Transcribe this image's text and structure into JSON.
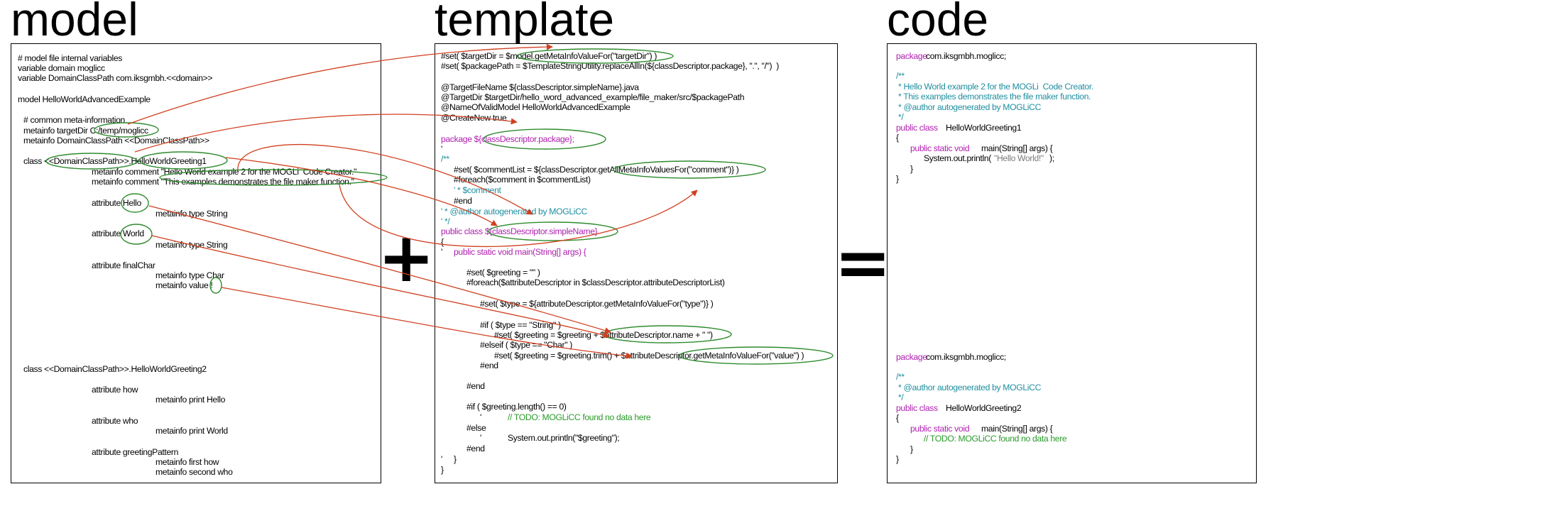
{
  "headings": {
    "model": "model",
    "template": "template",
    "code": "code"
  },
  "operators": {
    "plus": "+",
    "equals": "="
  },
  "model_lines": [
    "# model file internal variables",
    "variable domain moglicc",
    "variable DomainClassPath com.iksgmbh.<<domain>>",
    "model HelloWorldAdvancedExample",
    "# common meta-information",
    "metainfo targetDir C:/temp/moglicc",
    "metainfo DomainClassPath <<DomainClassPath>>",
    "class <<DomainClassPath>>.HelloWorldGreeting1",
    "metainfo comment \"Hello World example 2 for the MOGLi  Code Creator.\"",
    "metainfo comment \"This examples demonstrates the file maker function.\"",
    "attribute Hello",
    "metainfo type String",
    "attribute World",
    "metainfo type String",
    "attribute finalChar",
    "metainfo type Char",
    "metainfo value !",
    "class <<DomainClassPath>>.HelloWorldGreeting2",
    "attribute how",
    "metainfo print Hello",
    "attribute who",
    "metainfo print World",
    "attribute greetingPattern",
    "metainfo first how",
    "metainfo second who"
  ],
  "template_lines": [
    "#set( $targetDir = $model.getMetaInfoValueFor(\"targetDir\") )",
    "#set( $packagePath = $TemplateStringUtility.replaceAllIn(${classDescriptor.package}, \".\", \"/\")  )",
    "@TargetFileName ${classDescriptor.simpleName}.java",
    "@TargetDir $targetDir/hello_word_advanced_example/file_maker/src/$packagePath",
    "@NameOfValidModel HelloWorldAdvancedExample",
    "@CreateNew true",
    "package ${classDescriptor.package};",
    "'",
    "/**",
    "#set( $commentList = ${classDescriptor.getAllMetaInfoValuesFor(\"comment\")} )",
    "#foreach($comment in $commentList)",
    "' * $comment",
    "#end",
    "' * @author autogenerated by MOGLiCC",
    "' */",
    "public class ${classDescriptor.simpleName}",
    "{",
    "'",
    "public static void main(String[] args) {",
    "#set( $greeting = \"\" )",
    "#foreach($attributeDescriptor in $classDescriptor.attributeDescriptorList)",
    "#set( $type = ${attributeDescriptor.getMetaInfoValueFor(\"type\")} )",
    "#if ( $type == \"String\" )",
    "#set( $greeting = $greeting + $attributeDescriptor.name + \" \")",
    "#elseif ( $type == \"Char\" )",
    "#set( $greeting = $greeting.trim() + $attributeDescriptor.getMetaInfoValueFor(\"value\") )",
    "#end",
    "#end",
    "#if ( $greeting.length() == 0)",
    "'",
    "// TODO: MOGLiCC found no data here",
    "#else",
    "'",
    "System.out.println(\"$greeting\");",
    "#end",
    "'",
    "}",
    "}"
  ],
  "code_lines": [
    "package",
    "com.iksgmbh.moglicc;",
    "/**",
    " * Hello World example 2 for the MOGLi  Code Creator.",
    " * This examples demonstrates the file maker function.",
    " * @author autogenerated by MOGLiCC",
    " */",
    "public class",
    "HelloWorldGreeting1",
    "{",
    "public static void",
    "main(String[] args) {",
    "System.out.println(",
    "\"Hello World!\"",
    ");",
    "}",
    "}",
    "package",
    "com.iksgmbh.moglicc;",
    "/**",
    " * @author autogenerated by MOGLiCC",
    " */",
    "public class",
    "HelloWorldGreeting2",
    "{",
    "public static void",
    "main(String[] args) {",
    "// TODO: MOGLiCC found no data here",
    "}",
    "}"
  ],
  "colors": {
    "border": "#000000",
    "arrow": "#d04020",
    "ellipse": "#2e8b2e",
    "keyword": "#b020b0",
    "comment": "#1f8fa0",
    "todo": "#2a9a2a"
  }
}
